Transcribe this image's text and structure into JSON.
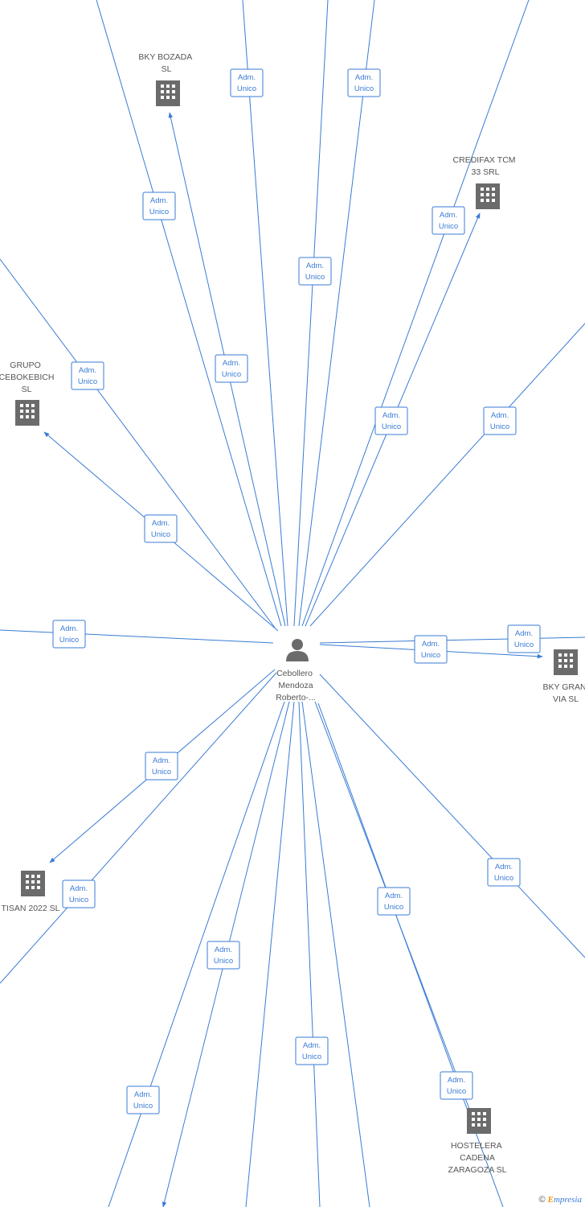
{
  "center": {
    "name": "Cebollero Mendoza Roberto-..."
  },
  "companies": [
    {
      "id": "bky_bozada",
      "name": "BKY BOZADA SL"
    },
    {
      "id": "credifax",
      "name": "CREDIFAX TCM 33 SRL"
    },
    {
      "id": "grupo_cebokebich",
      "name": "GRUPO CEBOKEBICH SL"
    },
    {
      "id": "bky_gran_via",
      "name": "BKY GRAN VIA SL"
    },
    {
      "id": "tisan",
      "name": "TISAN 2022 SL"
    },
    {
      "id": "hostelera",
      "name": "HOSTELERA CADENA ZARAGOZA SL"
    }
  ],
  "edge_label": {
    "line1": "Adm.",
    "line2": "Unico"
  },
  "edges": [
    {
      "id": "e1",
      "target": "off-top"
    },
    {
      "id": "e2",
      "target": "off-top"
    },
    {
      "id": "e3",
      "target": "off-top"
    },
    {
      "id": "e4",
      "target": "off-top"
    },
    {
      "id": "e5",
      "target": "bky_bozada"
    },
    {
      "id": "e6",
      "target": "off-top-right"
    },
    {
      "id": "e7",
      "target": "credifax"
    },
    {
      "id": "e8",
      "target": "off-right"
    },
    {
      "id": "e9",
      "target": "off-left"
    },
    {
      "id": "e10",
      "target": "grupo_cebokebich"
    },
    {
      "id": "e11",
      "target": "off-left"
    },
    {
      "id": "e12",
      "target": "off-right"
    },
    {
      "id": "e13",
      "target": "bky_gran_via"
    },
    {
      "id": "e14",
      "target": "tisan"
    },
    {
      "id": "e15",
      "target": "off-bottom-left"
    },
    {
      "id": "e16",
      "target": "off-bottom"
    },
    {
      "id": "e17",
      "target": "off-bottom"
    },
    {
      "id": "e18",
      "target": "off-bottom"
    },
    {
      "id": "e19",
      "target": "off-bottom"
    },
    {
      "id": "e20",
      "target": "hostelera"
    },
    {
      "id": "e21",
      "target": "off-bottom-right"
    },
    {
      "id": "e22",
      "target": "off-right"
    }
  ],
  "brand": {
    "copyright": "©",
    "logo_initial": "E",
    "logo_rest": "mpresia"
  },
  "colors": {
    "edge": "#3a7bd5",
    "node": "#6b6b6b",
    "text": "#555555",
    "brand_accent": "#f29400"
  }
}
